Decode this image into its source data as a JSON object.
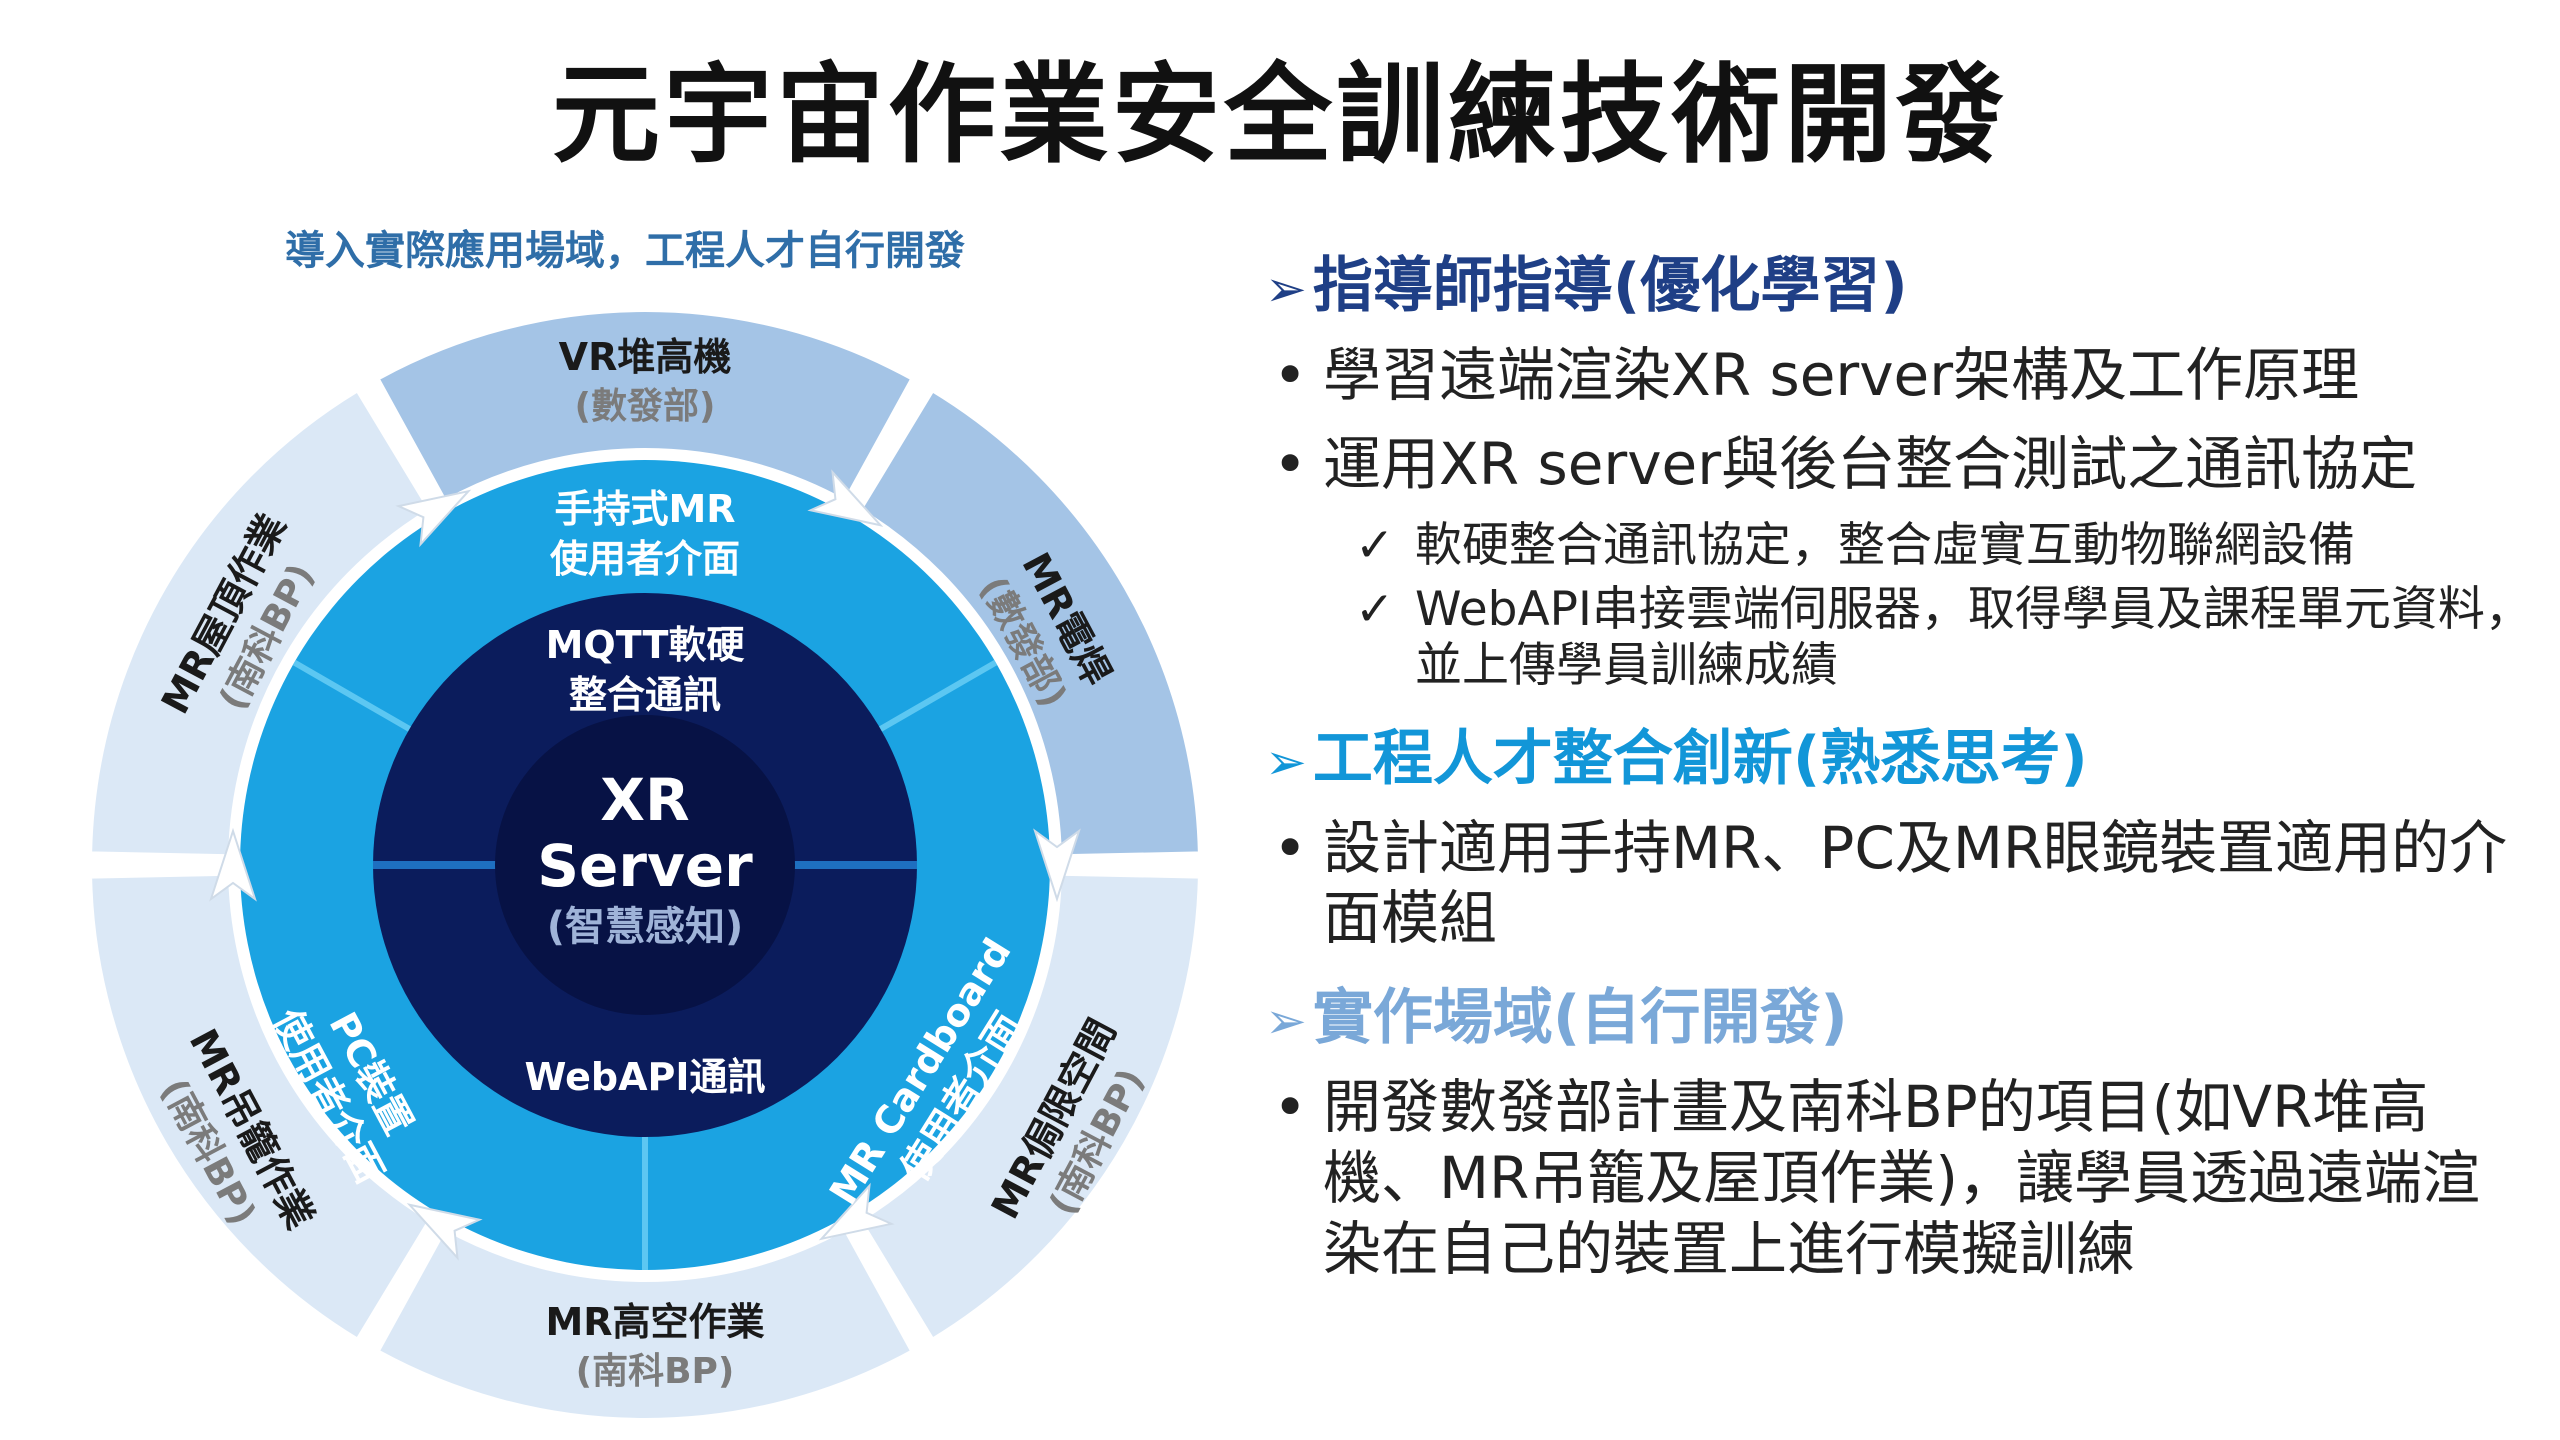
{
  "title": "元宇宙作業安全訓練技術開發",
  "diagram": {
    "caption": "導入實際應用場域，工程人才自行開發",
    "core": {
      "line1": "XR",
      "line2": "Server",
      "line3": "(智慧感知)"
    },
    "dark_ring": {
      "top_line1": "MQTT軟硬",
      "top_line2": "整合通訊",
      "bottom": "WebAPI通訊"
    },
    "mid_ring": {
      "top_line1": "手持式MR",
      "top_line2": "使用者介面",
      "left_line1": "PC裝置",
      "left_line2": "使用者介面",
      "right_line1": "MR Cardboard",
      "right_line2": "使用者介面"
    },
    "outer_ring": [
      {
        "name": "VR堆高機",
        "dept": "(數發部)"
      },
      {
        "name": "MR電焊",
        "dept": "(數發部)"
      },
      {
        "name": "MR侷限空間",
        "dept": "(南科BP)"
      },
      {
        "name": "MR高空作業",
        "dept": "(南科BP)"
      },
      {
        "name": "MR吊籠作業",
        "dept": "(南科BP)"
      },
      {
        "name": "MR屋頂作業",
        "dept": "(南科BP)"
      }
    ],
    "colors": {
      "outer_dark": "#a4c4e6",
      "outer_light": "#dbe8f6",
      "mid": "#1ba3e2",
      "dark": "#0b1c5c",
      "core": "#071245"
    }
  },
  "sections": [
    {
      "heading": "指導師指導(優化學習)",
      "bullets": [
        "學習遠端渲染XR server架構及工作原理",
        "運用XR server與後台整合測試之通訊協定"
      ],
      "checks": [
        "軟硬整合通訊協定，整合虛實互動物聯網設備",
        "WebAPI串接雲端伺服器，取得學員及課程單元資料，並上傳學員訓練成績"
      ]
    },
    {
      "heading": "工程人才整合創新(熟悉思考)",
      "bullets": [
        "設計適用手持MR、PC及MR眼鏡裝置適用的介面模組"
      ]
    },
    {
      "heading": "實作場域(自行開發)",
      "bullets": [
        "開發數發部計畫及南科BP的項目(如VR堆高機、MR吊籠及屋頂作業)，讓學員透過遠端渲染在自己的裝置上進行模擬訓練"
      ]
    }
  ],
  "symbols": {
    "arrow": "➢",
    "bullet": "•",
    "check": "✓"
  }
}
